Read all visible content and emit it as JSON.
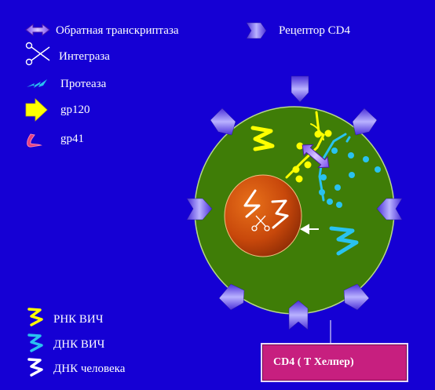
{
  "legend": {
    "reverse_transcriptase": "Обратная транскриптаза",
    "integrase": "Интеграза",
    "protease": "Протеаза",
    "gp120": "gp120",
    "gp41": "gp41",
    "cd4_receptor": "Рецептор  CD4"
  },
  "bottom_legend": {
    "rna_hiv": "РНК ВИЧ",
    "dna_hiv": "ДНК ВИЧ",
    "dna_human": "ДНК человека"
  },
  "cell_label": "CD4 ( Т Хелпер)",
  "colors": {
    "background": "#1500d4",
    "cytoplasm": "#3f7d07",
    "nucleus": "#d04a0a",
    "rna": "#ffff00",
    "hiv_dna": "#29c2f0",
    "human_dna": "#ffffff",
    "receptor": "#8a7cf0",
    "label_box": "#c71f7f"
  }
}
